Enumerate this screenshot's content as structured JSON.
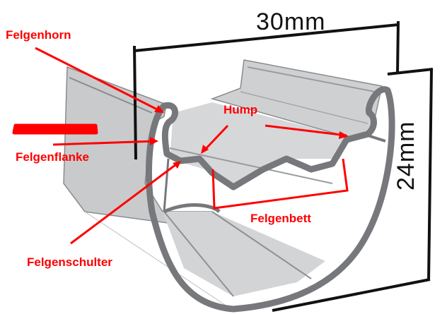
{
  "title": "Felgen-Querschnitt",
  "dimensions": {
    "width": "30mm",
    "height": "24mm"
  },
  "labels": {
    "horn": "Felgenhorn",
    "flank": "Felgenflanke",
    "hump": "Hump",
    "bed": "Felgenbett",
    "shoulder": "Felgenschulter"
  },
  "colors": {
    "annotation": "#ff0000",
    "rim_dark": "#7a7b7e",
    "rim_light": "#cfd0d2",
    "dimension": "#111111"
  }
}
